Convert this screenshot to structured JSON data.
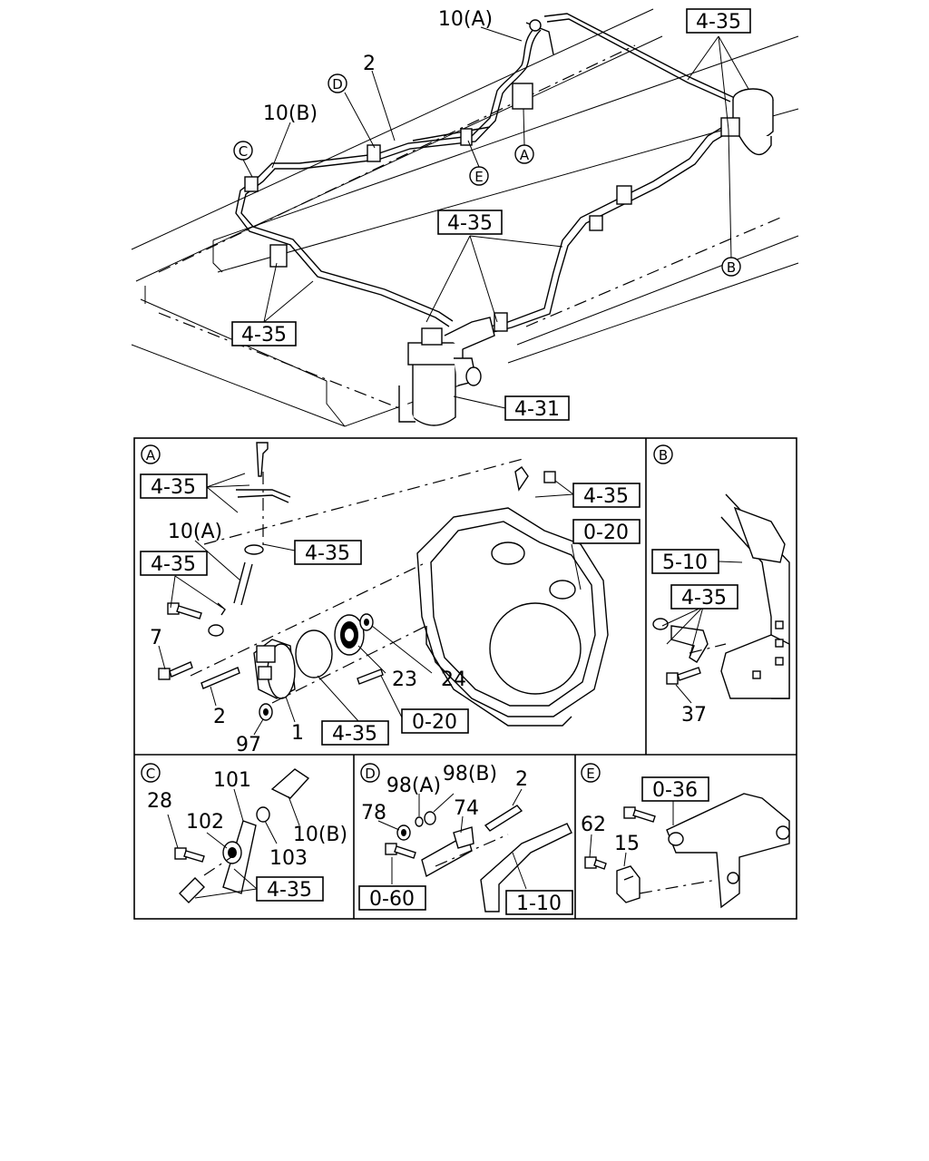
{
  "top_view": {
    "callouts": {
      "ref_4_35_top": "4-35",
      "ref_4_35_mid": "4-35",
      "ref_4_35_left": "4-35",
      "ref_4_31": "4-31",
      "part_10a": "10(A)",
      "part_10b": "10(B)",
      "part_2": "2",
      "circle_a": "A",
      "circle_b": "B",
      "circle_c": "C",
      "circle_d": "D",
      "circle_e": "E"
    }
  },
  "panel_a": {
    "marker": "A",
    "labels": {
      "ref_4_35_1": "4-35",
      "ref_4_35_2": "4-35",
      "ref_4_35_3": "4-35",
      "ref_4_35_4": "4-35",
      "ref_4_35_5": "4-35",
      "ref_0_20_1": "0-20",
      "ref_0_20_2": "0-20",
      "part_10a": "10(A)",
      "part_7": "7",
      "part_2": "2",
      "part_97": "97",
      "part_1": "1",
      "part_23": "23",
      "part_24": "24"
    }
  },
  "panel_b": {
    "marker": "B",
    "labels": {
      "ref_5_10": "5-10",
      "ref_4_35": "4-35",
      "part_37": "37"
    }
  },
  "panel_c": {
    "marker": "C",
    "labels": {
      "part_101": "101",
      "part_28": "28",
      "part_102": "102",
      "part_103": "103",
      "part_10b": "10(B)",
      "ref_4_35": "4-35"
    }
  },
  "panel_d": {
    "marker": "D",
    "labels": {
      "part_98a": "98(A)",
      "part_98b": "98(B)",
      "part_2": "2",
      "part_78": "78",
      "part_74": "74",
      "ref_0_60": "0-60",
      "ref_1_10": "1-10"
    }
  },
  "panel_e": {
    "marker": "E",
    "labels": {
      "ref_0_36": "0-36",
      "part_62": "62",
      "part_15": "15"
    }
  }
}
